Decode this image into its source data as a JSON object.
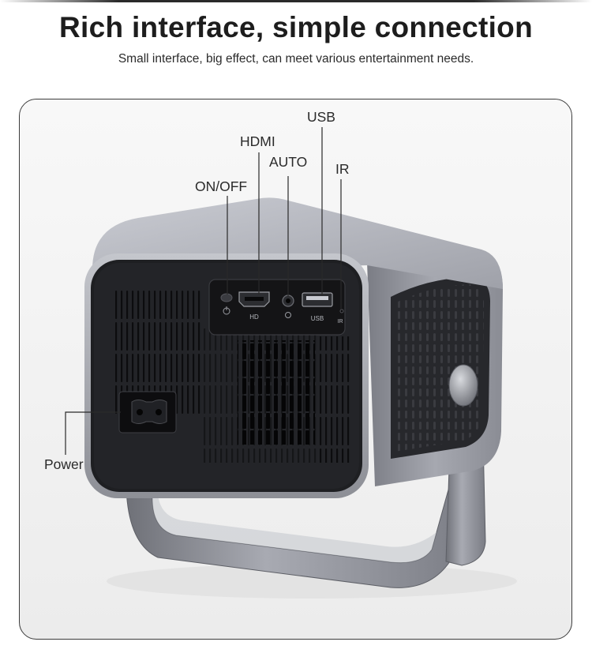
{
  "header": {
    "title": "Rich interface, simple connection",
    "subtitle": "Small interface, big effect, can meet various entertainment needs."
  },
  "callouts": {
    "usb": "USB",
    "hdmi": "HDMI",
    "auto": "AUTO",
    "ir": "IR",
    "on_off": "ON/OFF",
    "power": "Power"
  },
  "port_markings": {
    "hd": "HD",
    "usb": "USB",
    "ir": "IR"
  },
  "colors": {
    "body_silver": "#a9abb3",
    "panel_black": "#1e1f22",
    "stand_gray": "#8e9098"
  }
}
